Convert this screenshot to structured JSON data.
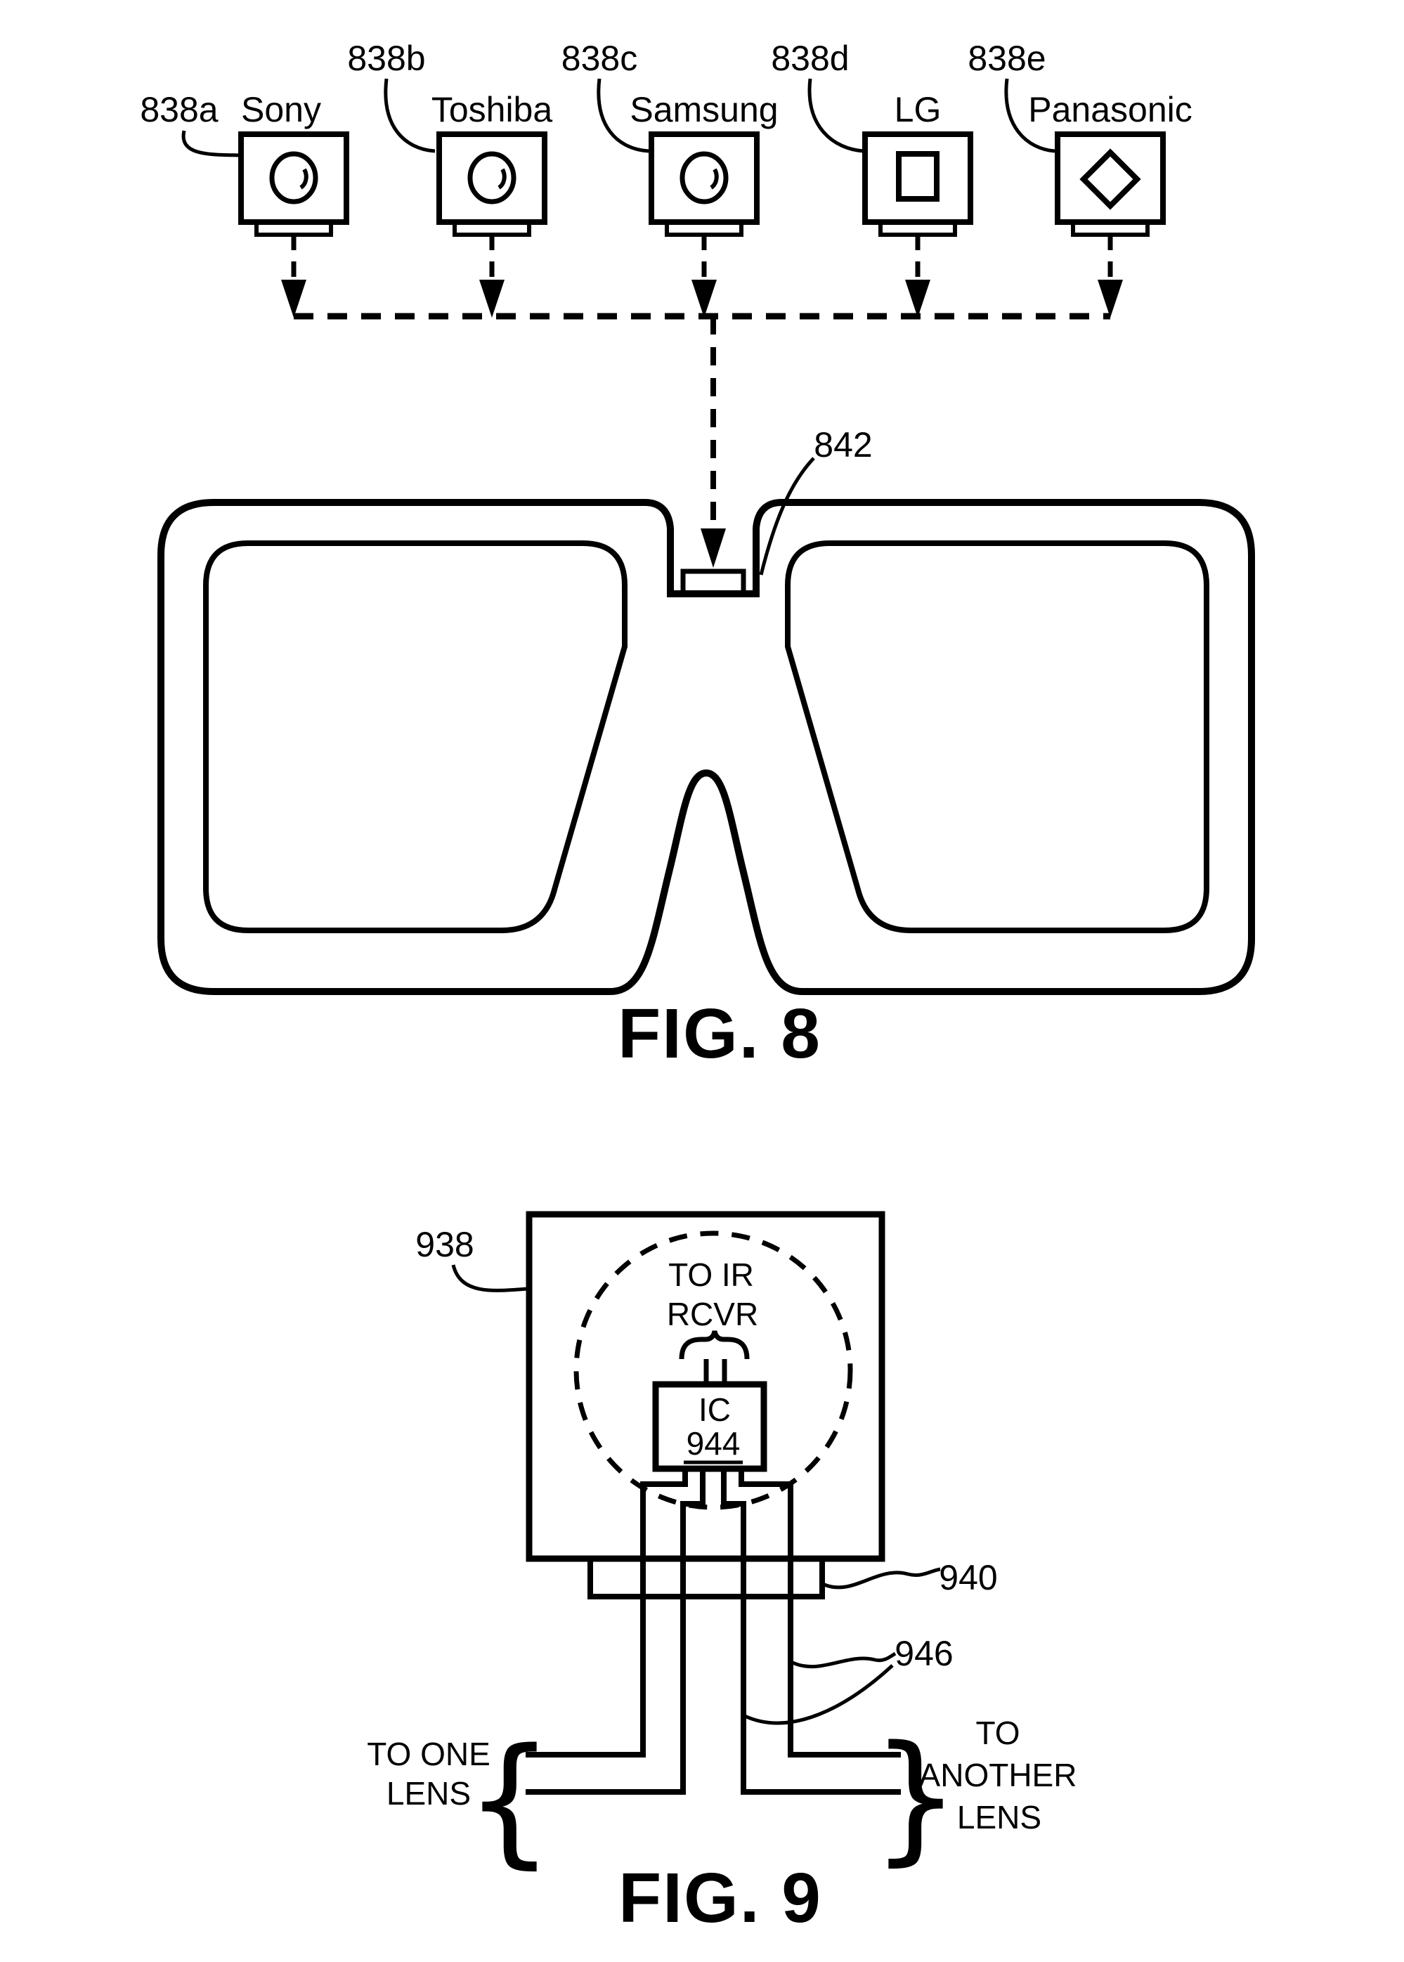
{
  "page": {
    "background_color": "#ffffff",
    "line_color": "#000000"
  },
  "figure8": {
    "caption": "FIG. 8",
    "devices": [
      {
        "ref": "838a",
        "brand": "Sony",
        "icon": "ir-emitter-lens-icon"
      },
      {
        "ref": "838b",
        "brand": "Toshiba",
        "icon": "ir-emitter-lens-icon"
      },
      {
        "ref": "838c",
        "brand": "Samsung",
        "icon": "ir-emitter-lens-icon"
      },
      {
        "ref": "838d",
        "brand": "LG",
        "icon": "ir-emitter-rect-icon"
      },
      {
        "ref": "838e",
        "brand": "Panasonic",
        "icon": "ir-emitter-diamond-icon"
      }
    ],
    "receiver_ref": "842"
  },
  "figure9": {
    "caption": "FIG. 9",
    "module_ref": "938",
    "ir_note_line1": "TO IR",
    "ir_note_line2": "RCVR",
    "ic_label": "IC",
    "ic_ref": "944",
    "connector_ref": "940",
    "wires_ref": "946",
    "left_lens_label_line1": "TO ONE",
    "left_lens_label_line2": "LENS",
    "right_lens_label_line1": "TO",
    "right_lens_label_line2": "ANOTHER",
    "right_lens_label_line3": "LENS",
    "left_brace": "{",
    "right_brace": "}"
  }
}
